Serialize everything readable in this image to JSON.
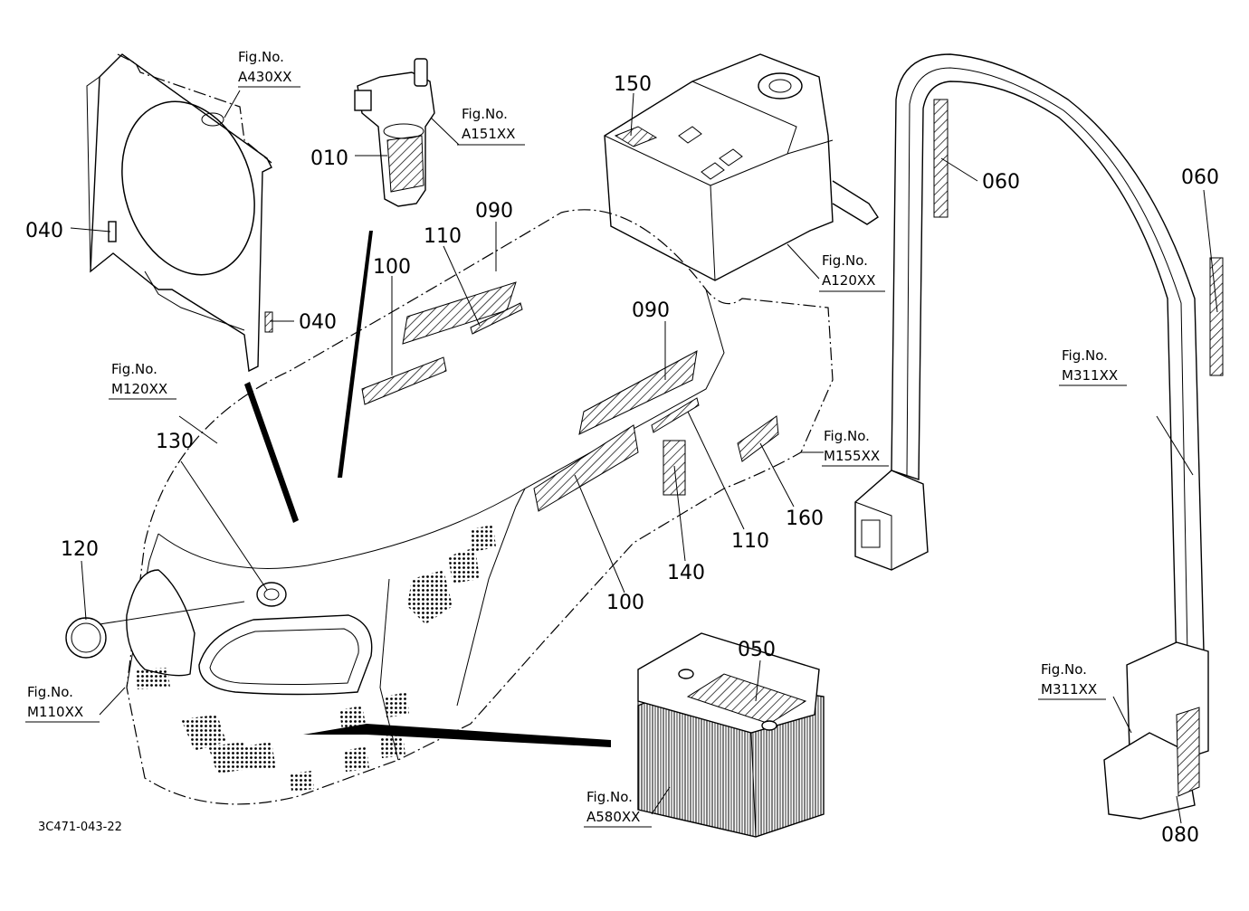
{
  "fig_refs": {
    "a430": [
      "Fig.No.",
      "A430XX"
    ],
    "a151": [
      "Fig.No.",
      "A151XX"
    ],
    "a120": [
      "Fig.No.",
      "A120XX"
    ],
    "m120": [
      "Fig.No.",
      "M120XX"
    ],
    "m155": [
      "Fig.No.",
      "M155XX"
    ],
    "m311_top": [
      "Fig.No.",
      "M311XX"
    ],
    "m311_bottom": [
      "Fig.No.",
      "M311XX"
    ],
    "m110": [
      "Fig.No.",
      "M110XX"
    ],
    "a580": [
      "Fig.No.",
      "A580XX"
    ]
  },
  "callouts": {
    "c010": "010",
    "c040_top": "040",
    "c040_bottom": "040",
    "c050": "050",
    "c060_left": "060",
    "c060_right": "060",
    "c080": "080",
    "c090_top": "090",
    "c090_mid": "090",
    "c100_top": "100",
    "c100_bottom": "100",
    "c110_top": "110",
    "c110_bottom": "110",
    "c120": "120",
    "c130": "130",
    "c140": "140",
    "c150": "150",
    "c160": "160"
  },
  "drawing_code": "3C471-043-22"
}
